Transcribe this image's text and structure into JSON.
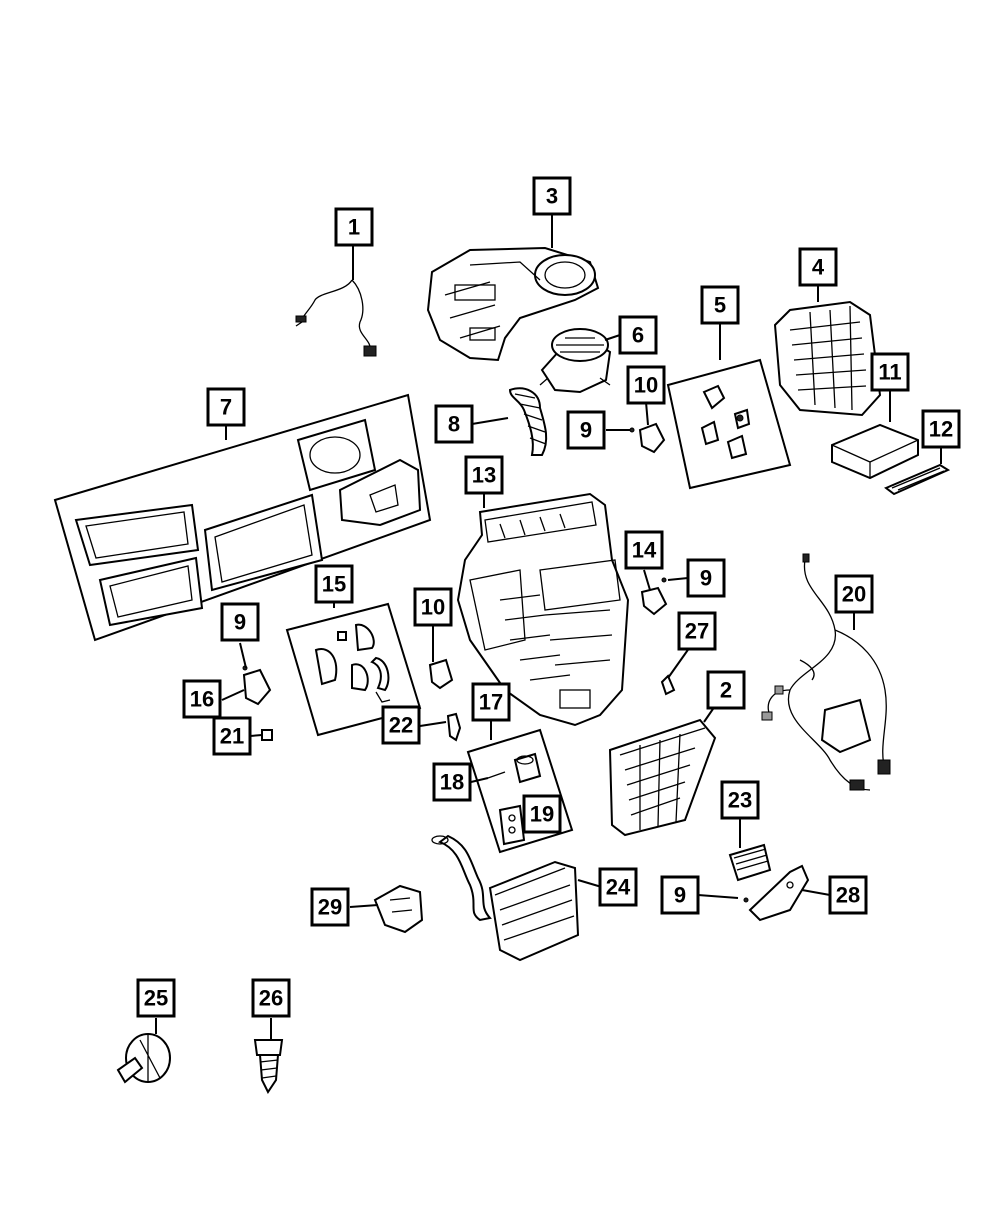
{
  "callouts": [
    {
      "id": "c1",
      "label": "1"
    },
    {
      "id": "c2",
      "label": "2"
    },
    {
      "id": "c3",
      "label": "3"
    },
    {
      "id": "c4",
      "label": "4"
    },
    {
      "id": "c5",
      "label": "5"
    },
    {
      "id": "c6",
      "label": "6"
    },
    {
      "id": "c7",
      "label": "7"
    },
    {
      "id": "c8",
      "label": "8"
    },
    {
      "id": "c9a",
      "label": "9"
    },
    {
      "id": "c9b",
      "label": "9"
    },
    {
      "id": "c9c",
      "label": "9"
    },
    {
      "id": "c9d",
      "label": "9"
    },
    {
      "id": "c10a",
      "label": "10"
    },
    {
      "id": "c10b",
      "label": "10"
    },
    {
      "id": "c11",
      "label": "11"
    },
    {
      "id": "c12",
      "label": "12"
    },
    {
      "id": "c13",
      "label": "13"
    },
    {
      "id": "c14",
      "label": "14"
    },
    {
      "id": "c15",
      "label": "15"
    },
    {
      "id": "c16",
      "label": "16"
    },
    {
      "id": "c17",
      "label": "17"
    },
    {
      "id": "c18",
      "label": "18"
    },
    {
      "id": "c19",
      "label": "19"
    },
    {
      "id": "c20",
      "label": "20"
    },
    {
      "id": "c21",
      "label": "21"
    },
    {
      "id": "c22",
      "label": "22"
    },
    {
      "id": "c23",
      "label": "23"
    },
    {
      "id": "c24",
      "label": "24"
    },
    {
      "id": "c25",
      "label": "25"
    },
    {
      "id": "c26",
      "label": "26"
    },
    {
      "id": "c27",
      "label": "27"
    },
    {
      "id": "c28",
      "label": "28"
    },
    {
      "id": "c29",
      "label": "29"
    }
  ]
}
